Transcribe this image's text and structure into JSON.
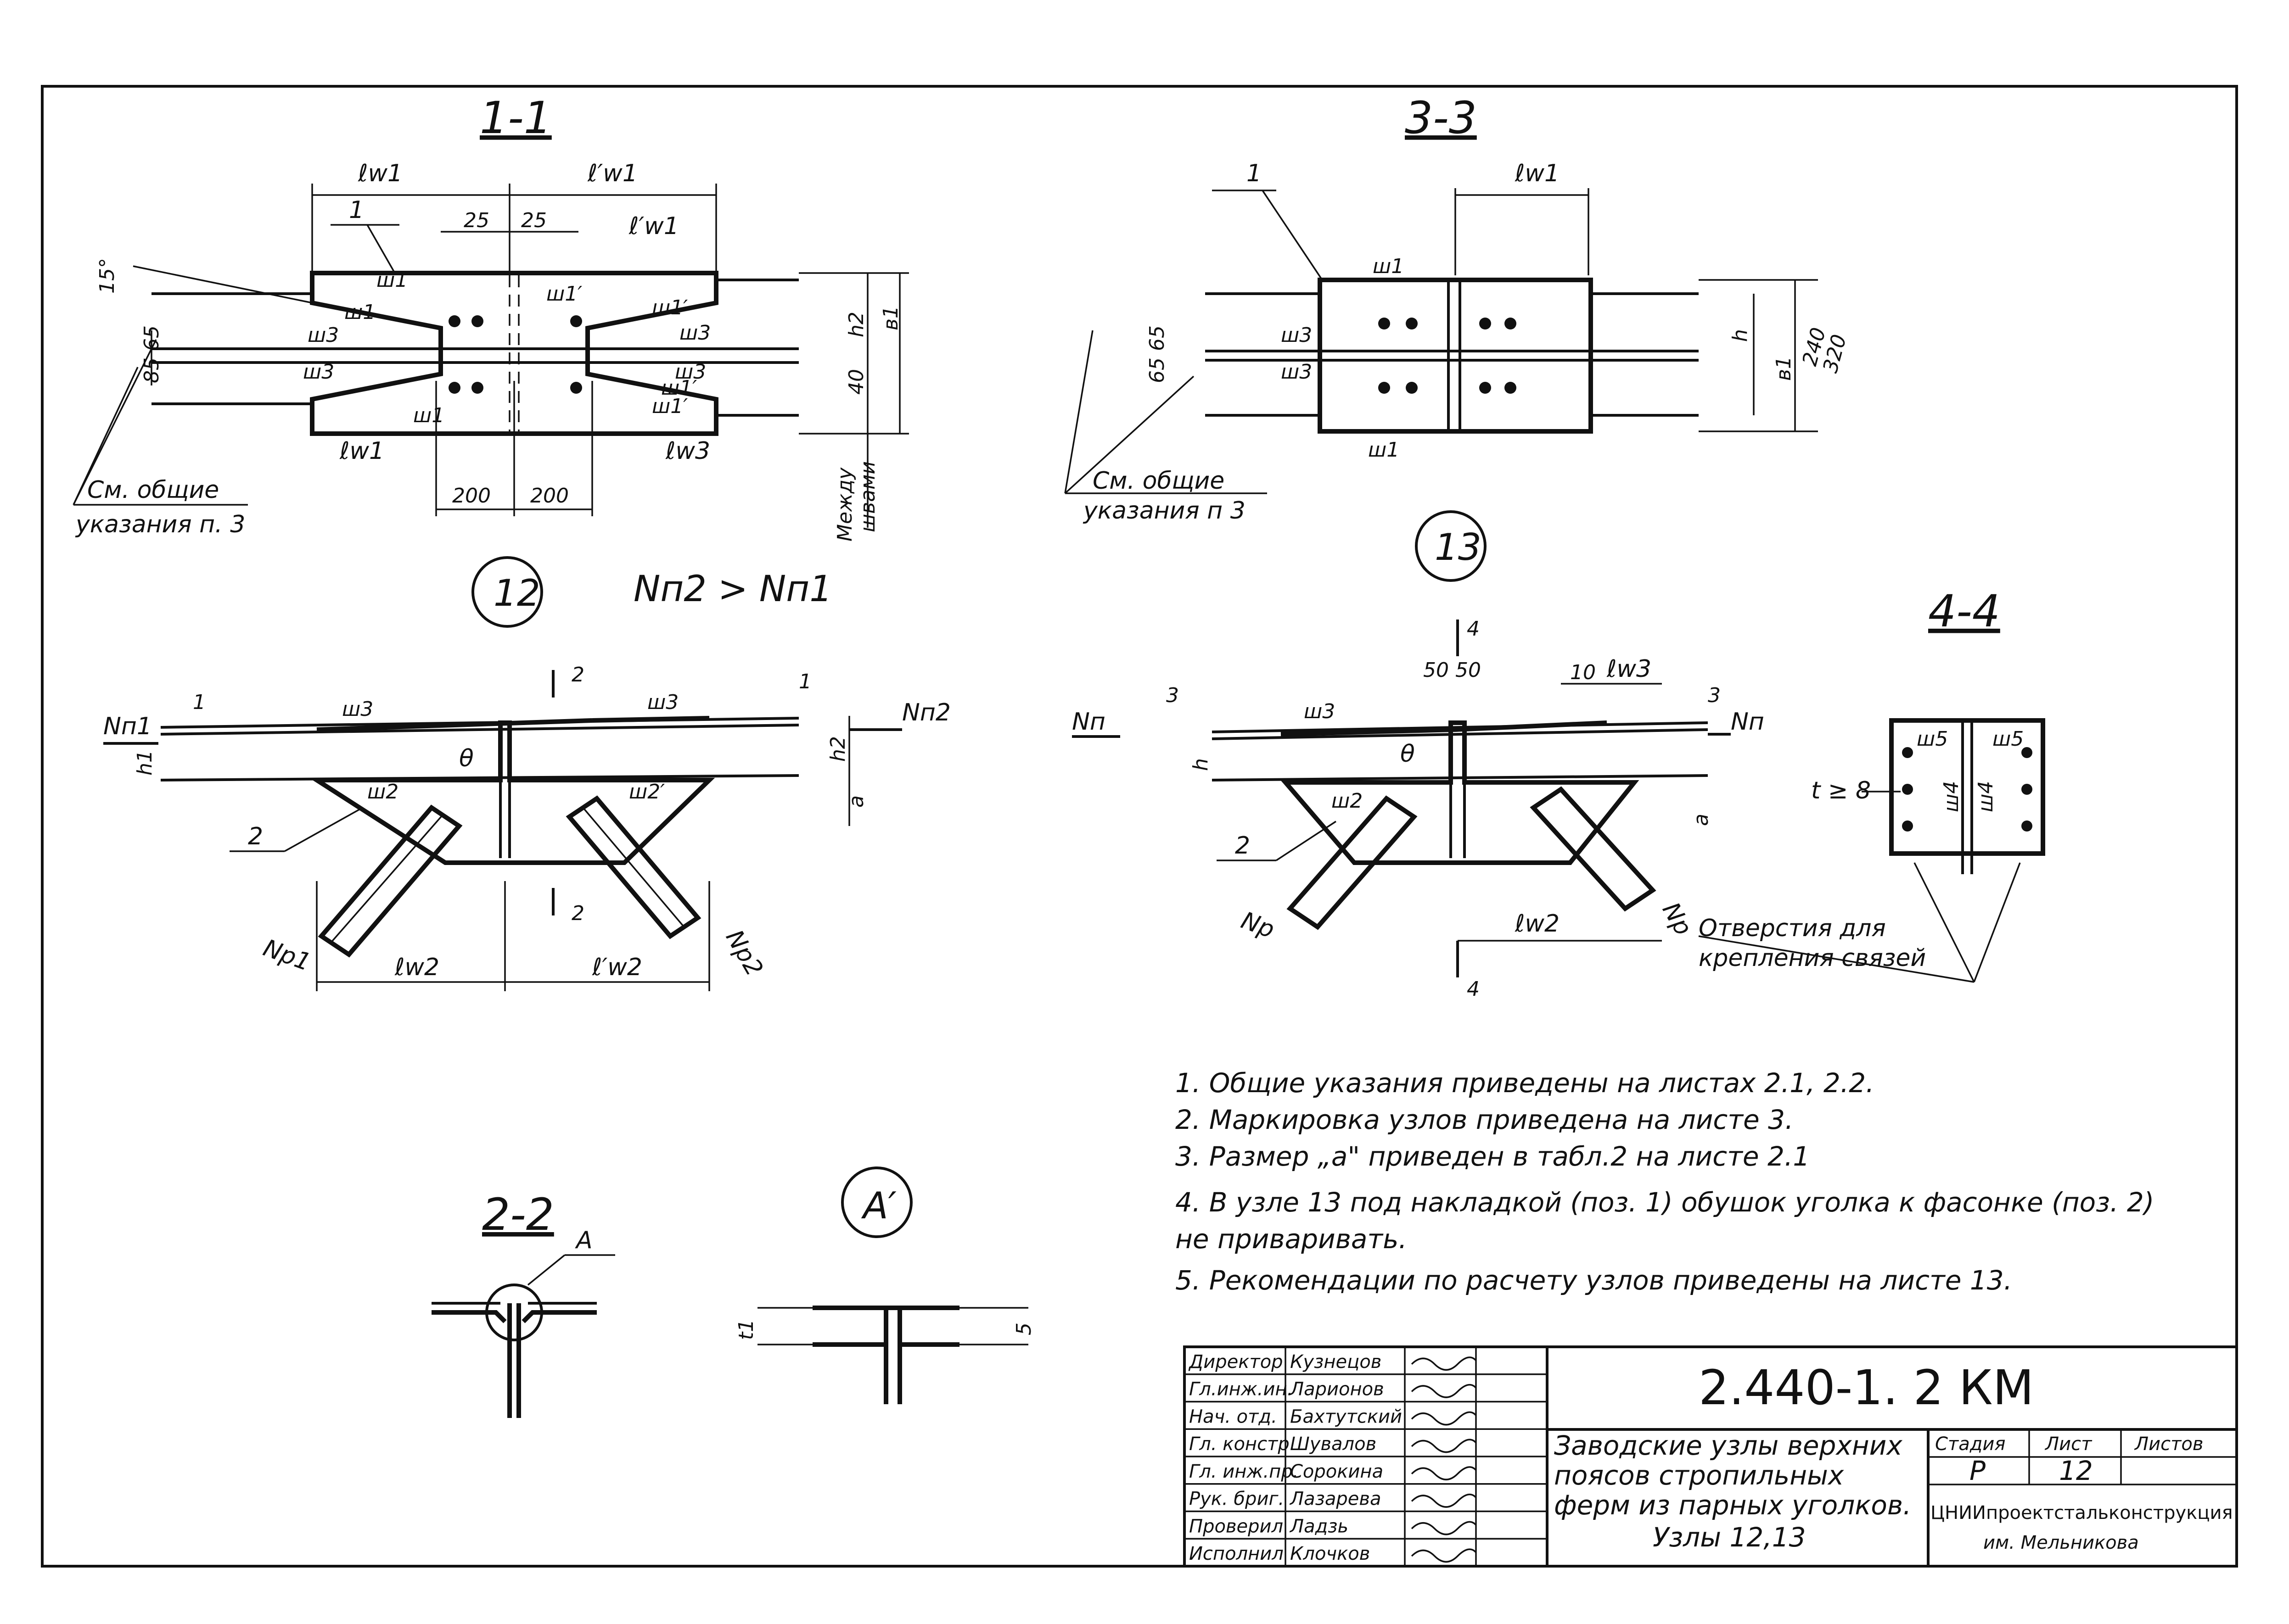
{
  "sections": {
    "s11": "1-1",
    "s33": "3-3",
    "s22": "2-2",
    "s44": "4-4"
  },
  "nodes": {
    "n12": "12",
    "n13": "13",
    "nA": "A′",
    "A": "A"
  },
  "relation": "Nп2 > Nп1",
  "labels": {
    "lw1": "ℓw1",
    "lw1p": "ℓ′w1",
    "lw2": "ℓw2",
    "lw2p": "ℓ′w2",
    "lw3": "ℓw3",
    "w1": "ш1",
    "w1p": "ш1′",
    "w2": "ш2",
    "w2p": "ш2′",
    "w3": "ш3",
    "w4": "ш4",
    "w5": "ш5",
    "d25": "25",
    "d200": "200",
    "d15": "15°",
    "d40": "40",
    "d8565": "85 65",
    "d6565": "65 65",
    "d240": "240",
    "d320": "320",
    "d5050": "50 50",
    "d10": "10",
    "d5": "5",
    "h": "h",
    "h1": "h1",
    "h2": "h2",
    "b1": "в1",
    "a": "a",
    "t1": "t1",
    "theta": "θ",
    "p1": "1",
    "p2": "2",
    "cut1": "1",
    "cut2": "2",
    "cut3": "3",
    "cut4": "4",
    "between": "Между",
    "seams": "швами",
    "tge8": "t ≥ 8",
    "Nn1": "Nп1",
    "Nn2": "Nп2",
    "Np1": "Nр1",
    "Np2": "Nр2",
    "Nn": "Nп",
    "Np": "Nр",
    "see1": "См. общие",
    "see2": "указания п. 3",
    "see2b": "указания п 3",
    "holes1": "Отверстия для",
    "holes2": "крепления связей"
  },
  "notes": [
    "1. Общие указания приведены на листах 2.1, 2.2.",
    "2. Маркировка узлов приведена на листе 3.",
    "3. Размер „a\" приведен в табл.2 на листе 2.1",
    "4. В узле 13 под накладкой (поз. 1) обушок уголка к фасонке (поз. 2)",
    "не приваривать.",
    "5. Рекомендации по расчету узлов приведены на листе 13."
  ],
  "title_block": {
    "code": "2.440-1. 2 КМ",
    "title": [
      "Заводские узлы верхних",
      "поясов стропильных",
      "ферм из парных уголков.",
      "Узлы 12,13"
    ],
    "stage_h": "Стадия",
    "sheet_h": "Лист",
    "sheets_h": "Листов",
    "stage": "Р",
    "sheet": "12",
    "sheets": "",
    "org1": "ЦНИИпроектстальконструкция",
    "org2": "им. Мельникова",
    "staff": [
      {
        "role": "Директор",
        "name": "Кузнецов"
      },
      {
        "role": "Гл.инж.ин.",
        "name": "Ларионов"
      },
      {
        "role": "Нач. отд.",
        "name": "Бахтутский"
      },
      {
        "role": "Гл. констр.",
        "name": "Шувалов"
      },
      {
        "role": "Гл. инж.пр.",
        "name": "Сорокина"
      },
      {
        "role": "Рук. бриг.",
        "name": "Лазарева"
      },
      {
        "role": "Проверил",
        "name": "Ладзь"
      },
      {
        "role": "Исполнил",
        "name": "Клочков"
      }
    ]
  }
}
